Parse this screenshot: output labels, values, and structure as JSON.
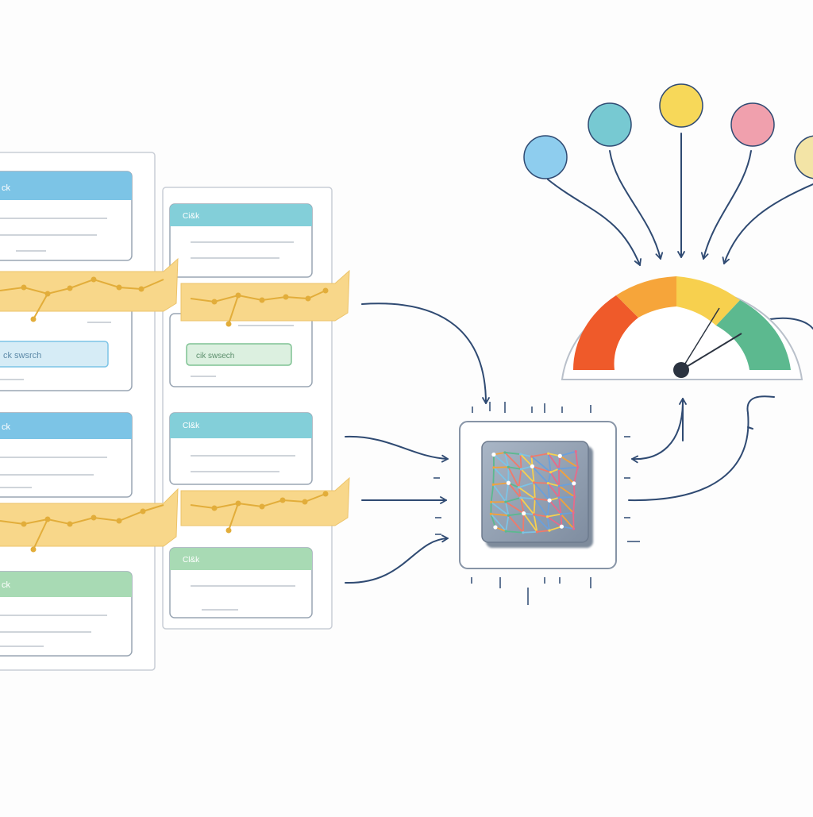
{
  "colors": {
    "background": "#fdfdfd",
    "panel_border": "#c9ced6",
    "card_border": "#9aa6b4",
    "header_blue": "#7cc4e6",
    "header_teal": "#83cfd9",
    "header_green": "#a8dab4",
    "ribbon_yellow": "#f8d78a",
    "ribbon_dot": "#e2ad3a",
    "arrow": "#2f4a72",
    "chip_frame": "#8794a6",
    "gauge_red": "#ef5a2a",
    "gauge_orange": "#f6a53a",
    "gauge_yellow": "#f7d04e",
    "gauge_green": "#5cb98f",
    "needle": "#2b3340"
  },
  "panels": [
    {
      "name": "left-document-panel",
      "cards": [
        {
          "header_text": "ck",
          "header_color": "blue",
          "button_text": "ck swsrch"
        },
        {
          "header_text": "ck",
          "header_color": "blue",
          "button_text": ""
        },
        {
          "header_text": "ck",
          "header_color": "green",
          "button_text": ""
        }
      ]
    },
    {
      "name": "middle-document-panel",
      "cards": [
        {
          "header_text": "Ci&k",
          "header_color": "teal",
          "button_text": "cik swsech"
        },
        {
          "header_text": "Cl&k",
          "header_color": "teal",
          "button_text": ""
        },
        {
          "header_text": "Cl&k",
          "header_color": "green",
          "button_text": ""
        }
      ]
    }
  ],
  "ribbons": [
    {
      "name": "ribbon-timeline-1",
      "dots": 7
    },
    {
      "name": "ribbon-timeline-2",
      "dots": 7
    },
    {
      "name": "ribbon-timeline-3",
      "dots": 7
    },
    {
      "name": "ribbon-timeline-4",
      "dots": 7
    }
  ],
  "input_bubbles": [
    {
      "name": "bubble-blue",
      "color": "#8ecdee"
    },
    {
      "name": "bubble-teal",
      "color": "#77c9d2"
    },
    {
      "name": "bubble-yellow",
      "color": "#f7d859"
    },
    {
      "name": "bubble-pink",
      "color": "#f0a0ad"
    },
    {
      "name": "bubble-light-yellow",
      "color": "#f3e4a6"
    }
  ],
  "gauge": {
    "value": 0.82,
    "segments": [
      "red",
      "orange",
      "yellow",
      "green"
    ]
  },
  "processor": {
    "icon": "neural-network-chip-icon"
  }
}
